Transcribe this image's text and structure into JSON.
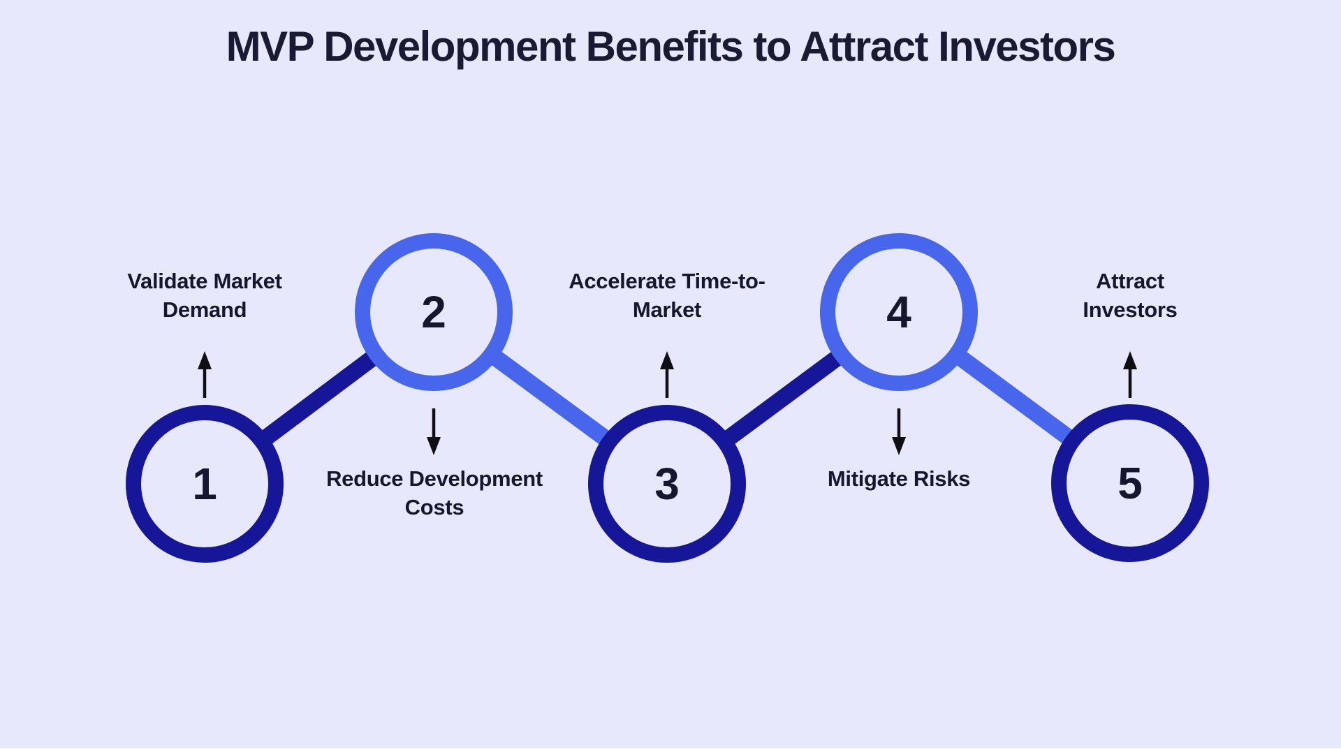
{
  "title": "MVP Development Benefits to Attract Investors",
  "colors": {
    "background": "#e7e8fb",
    "navy": "#161699",
    "blue": "#4766ec",
    "title_text": "#1a1a33",
    "label_text": "#16162e",
    "arrow": "#0e0e14",
    "bottom_strip": "#ffffff"
  },
  "steps": [
    {
      "number": "1",
      "lines": [
        "Validate Market",
        "Demand"
      ],
      "arrow": "up",
      "circle_color": "navy",
      "circle_position": "bottom"
    },
    {
      "number": "2",
      "lines": [
        "Reduce Development",
        "Costs"
      ],
      "arrow": "down",
      "circle_color": "blue",
      "circle_position": "top"
    },
    {
      "number": "3",
      "lines": [
        "Accelerate Time-to-",
        "Market"
      ],
      "arrow": "up",
      "circle_color": "navy",
      "circle_position": "bottom"
    },
    {
      "number": "4",
      "lines": [
        "Mitigate Risks"
      ],
      "arrow": "down",
      "circle_color": "blue",
      "circle_position": "top"
    },
    {
      "number": "5",
      "lines": [
        "Attract",
        "Investors"
      ],
      "arrow": "up",
      "circle_color": "navy",
      "circle_position": "bottom"
    }
  ],
  "connectors": [
    {
      "from": "1",
      "to": "2",
      "color_name": "navy"
    },
    {
      "from": "2",
      "to": "3",
      "color_name": "blue"
    },
    {
      "from": "3",
      "to": "4",
      "color_name": "navy"
    },
    {
      "from": "4",
      "to": "5",
      "color_name": "blue"
    }
  ]
}
